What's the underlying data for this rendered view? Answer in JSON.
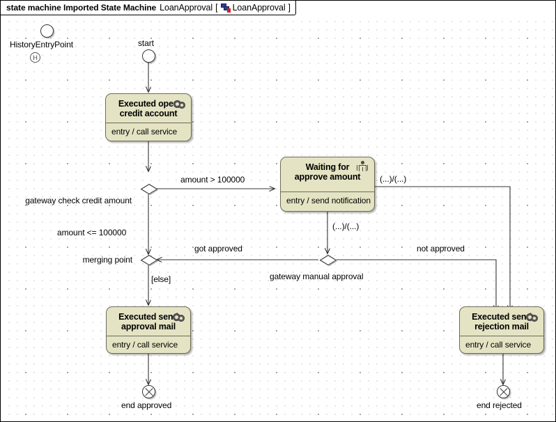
{
  "window": {
    "title_prefix": "state machine Imported State Machine",
    "title_name": "LoanApproval",
    "bracket_open": "[",
    "bracket_close": "]",
    "bracket_name": "LoanApproval",
    "icon": "state-machine-icon"
  },
  "diagram": {
    "type": "uml-state-machine",
    "colors": {
      "state_fill": "#e4e3c3",
      "state_border": "#6c6c58",
      "edge": "#333333",
      "canvas": "#ffffff",
      "grid_dot": "#9a9a9a"
    },
    "nodes": [
      {
        "id": "history_entry_point",
        "kind": "entry-point",
        "label": "HistoryEntryPoint",
        "sub_icon": "H"
      },
      {
        "id": "start",
        "kind": "initial",
        "label": "start"
      },
      {
        "id": "open_credit_account",
        "kind": "state",
        "title": "Executed open\ncredit account",
        "body": "entry / call service",
        "icon": "service-gear-icon"
      },
      {
        "id": "check_credit_amount",
        "kind": "decision",
        "label": "gateway check credit amount"
      },
      {
        "id": "waiting_for_approve_amount",
        "kind": "state",
        "title": "Waiting for\napprove amount",
        "body": "entry / send notification",
        "icon": "human-actor-icon"
      },
      {
        "id": "merging_point",
        "kind": "merge",
        "label": "merging point"
      },
      {
        "id": "manual_approval",
        "kind": "decision",
        "label": "gateway manual approval"
      },
      {
        "id": "send_approval_mail",
        "kind": "state",
        "title": "Executed send\napproval mail",
        "body": "entry / call service",
        "icon": "service-gear-icon"
      },
      {
        "id": "send_rejection_mail",
        "kind": "state",
        "title": "Executed send\nrejection mail",
        "body": "entry / call service",
        "icon": "service-gear-icon"
      },
      {
        "id": "end_approved",
        "kind": "final",
        "label": "end approved"
      },
      {
        "id": "end_rejected",
        "kind": "final",
        "label": "end rejected"
      }
    ],
    "edges": [
      {
        "from": "start",
        "to": "open_credit_account",
        "label": ""
      },
      {
        "from": "open_credit_account",
        "to": "check_credit_amount",
        "label": ""
      },
      {
        "from": "check_credit_amount",
        "to": "waiting_for_approve_amount",
        "label": "amount > 100000"
      },
      {
        "from": "check_credit_amount",
        "to": "merging_point",
        "label": "amount <= 100000"
      },
      {
        "from": "waiting_for_approve_amount",
        "to": "manual_approval",
        "label": "(...)/(...)"
      },
      {
        "from": "waiting_for_approve_amount",
        "to": "send_rejection_mail",
        "label": "(...)/(...)"
      },
      {
        "from": "manual_approval",
        "to": "merging_point",
        "label": "got approved"
      },
      {
        "from": "manual_approval",
        "to": "send_rejection_mail",
        "label": "not approved"
      },
      {
        "from": "merging_point",
        "to": "send_approval_mail",
        "label": "[else]"
      },
      {
        "from": "send_approval_mail",
        "to": "end_approved",
        "label": ""
      },
      {
        "from": "send_rejection_mail",
        "to": "end_rejected",
        "label": ""
      }
    ],
    "labels": {
      "history_entry_point": "HistoryEntryPoint",
      "history_marker": "H",
      "start": "start",
      "gateway_check_credit_amount": "gateway check credit amount",
      "amount_gt": "amount > 100000",
      "amount_lte": "amount <= 100000",
      "merging_point": "merging point",
      "gateway_manual_approval": "gateway manual approval",
      "got_approved": "got approved",
      "not_approved": "not approved",
      "else": "[else]",
      "effect_top": "(...)/(...)",
      "effect_mid": "(...)/(...)",
      "end_approved": "end approved",
      "end_rejected": "end rejected"
    },
    "states": {
      "open_credit_account": {
        "title_line1": "Executed open",
        "title_line2": "credit account",
        "body": "entry / call service"
      },
      "waiting_for_approve_amount": {
        "title_line1": "Waiting for",
        "title_line2": "approve amount",
        "body": "entry / send notification"
      },
      "send_approval_mail": {
        "title_line1": "Executed send",
        "title_line2": "approval mail",
        "body": "entry / call service"
      },
      "send_rejection_mail": {
        "title_line1": "Executed send",
        "title_line2": "rejection mail",
        "body": "entry / call service"
      }
    }
  }
}
